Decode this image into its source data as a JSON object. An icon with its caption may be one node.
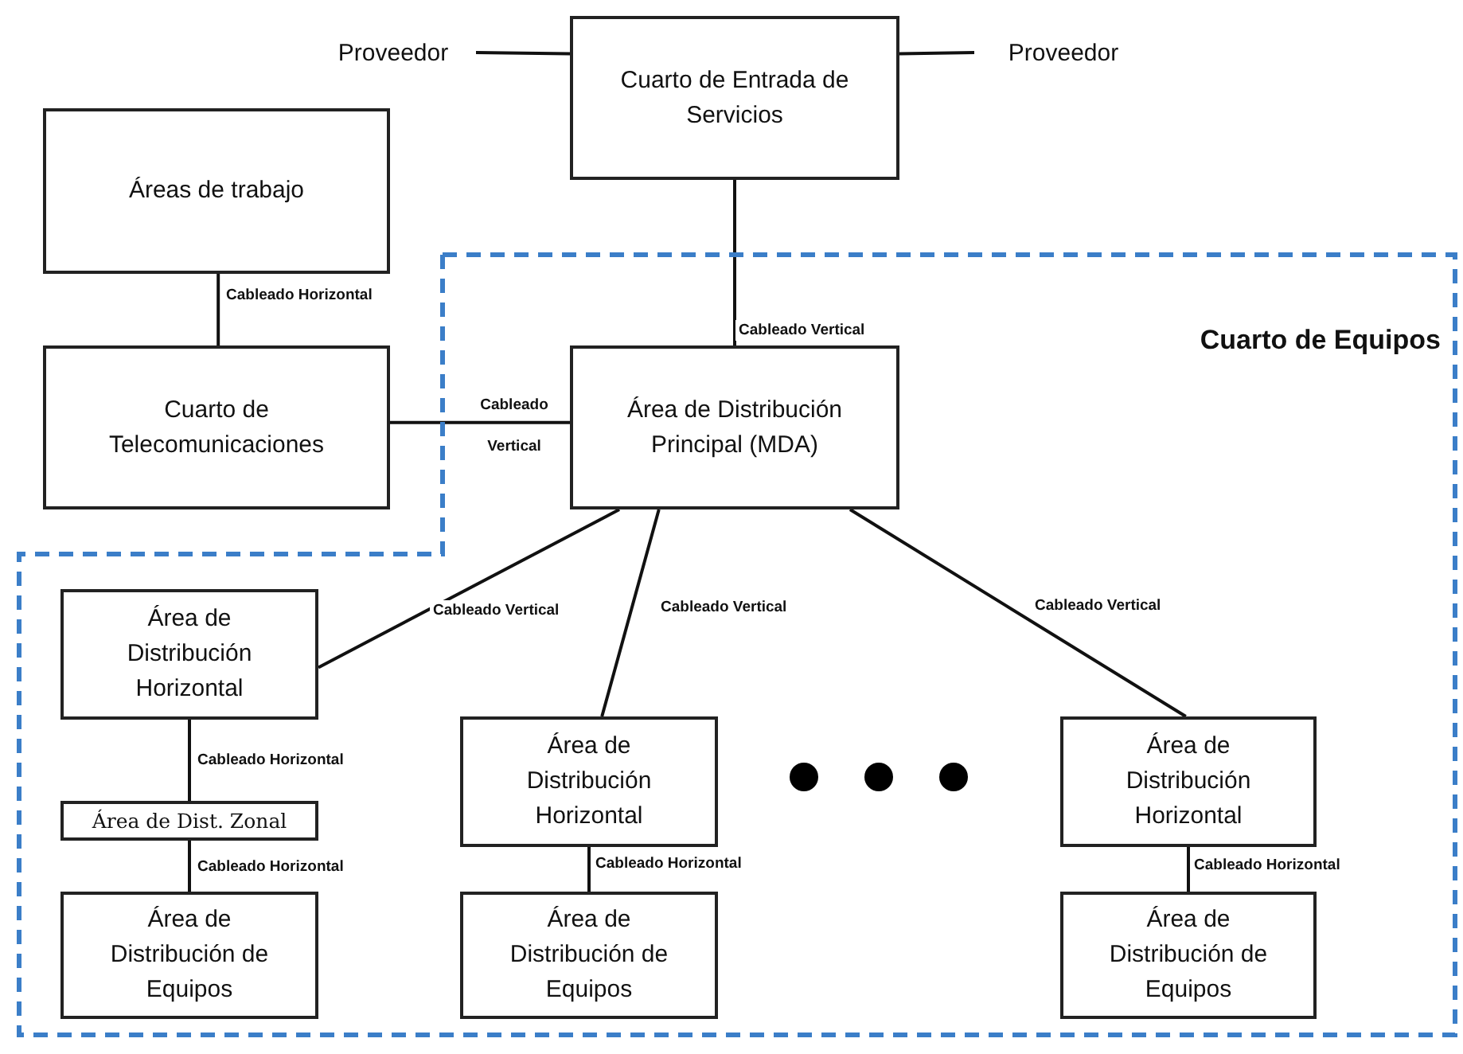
{
  "diagram": {
    "nodes": [
      {
        "text": [
          "Proveedor"
        ]
      },
      {
        "text": [
          "Cuarto de Entrada de Servicios"
        ]
      },
      {
        "text": [
          "Proveedor"
        ]
      },
      {
        "text": [
          "Áreas de trabajo"
        ]
      },
      {
        "text": [
          "Cuarto de Telecomunicaciones"
        ]
      },
      {
        "text": [
          "Cuarto de Equipos"
        ]
      },
      {
        "text": [
          "Área de Distribución Principal (MDA)"
        ],
        "in": 5
      },
      {
        "text": [
          "Área de Distribución Horizontal"
        ],
        "in": 5
      },
      {
        "text": [
          "Área de Dist. Zonal"
        ],
        "in": 5
      },
      {
        "text": [
          "Área de Distribución de Equipos"
        ],
        "in": 5
      },
      {
        "text": [
          "Área de Distribución Horizontal"
        ],
        "in": 5
      },
      {
        "text": [
          "Área de Distribución de Equipos"
        ],
        "in": 5
      },
      {
        "text": [
          "Área de Distribución Horizontal"
        ],
        "in": 5
      },
      {
        "text": [
          "Área de Distribución de Equipos"
        ],
        "in": 5
      }
    ],
    "edges": [
      {
        "from": 0,
        "to": 1,
        "arrow": "none"
      },
      {
        "from": 1,
        "to": 2,
        "arrow": "none"
      },
      {
        "from": 3,
        "to": 4,
        "arrow": "none",
        "label": "Cableado Horizontal"
      },
      {
        "from": 4,
        "to": 6,
        "arrow": "none",
        "label": "Cableado Vertical"
      },
      {
        "from": 1,
        "to": 6,
        "arrow": "none",
        "label": "Cableado Vertical"
      },
      {
        "from": 6,
        "to": 7,
        "arrow": "none",
        "label": "Cableado Vertical"
      },
      {
        "from": 6,
        "to": 10,
        "arrow": "none",
        "label": "Cableado Vertical"
      },
      {
        "from": 6,
        "to": 12,
        "arrow": "none",
        "label": "Cableado Vertical"
      },
      {
        "from": 7,
        "to": 8,
        "arrow": "none",
        "label": "Cableado Horizontal"
      },
      {
        "from": 8,
        "to": 9,
        "arrow": "none",
        "label": "Cableado Horizontal"
      },
      {
        "from": 10,
        "to": 11,
        "arrow": "none",
        "label": "Cableado Horizontal"
      },
      {
        "from": 12,
        "to": 13,
        "arrow": "none",
        "label": "Cableado Horizontal"
      }
    ]
  }
}
